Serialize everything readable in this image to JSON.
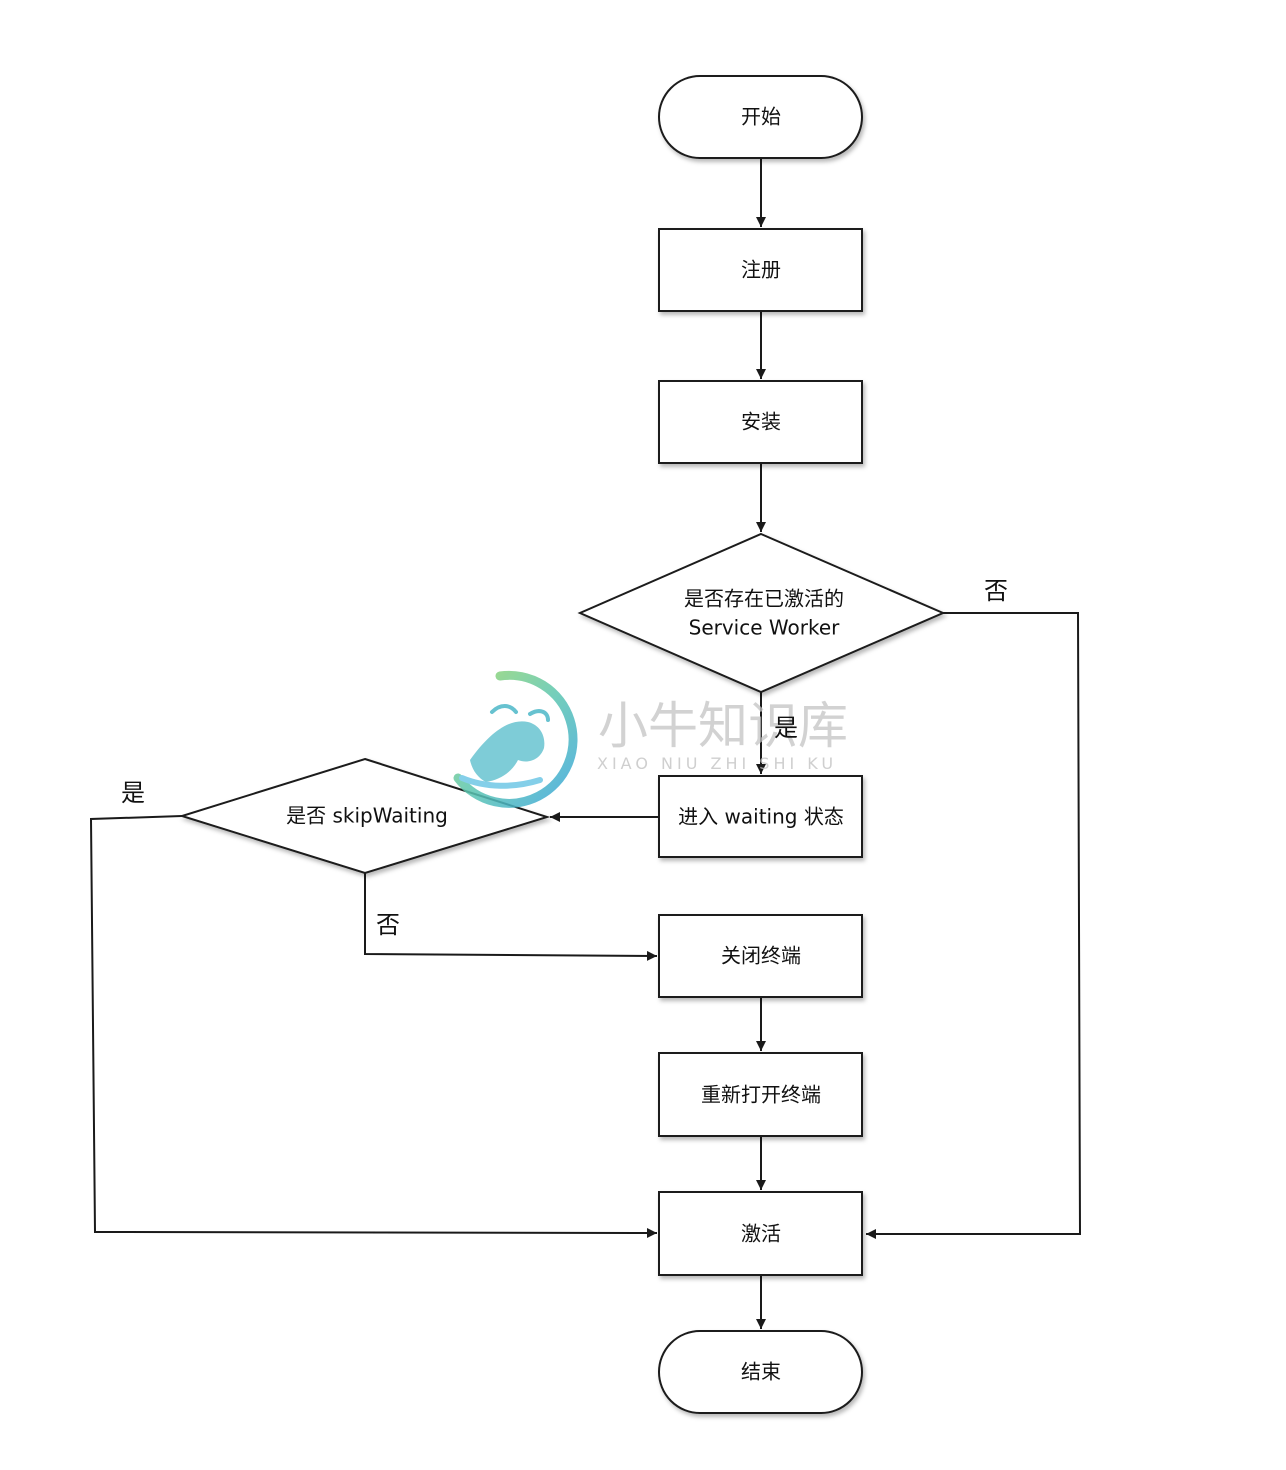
{
  "diagram": {
    "nodes": {
      "start": "开始",
      "register": "注册",
      "install": "安装",
      "decision_sw": [
        "是否存在已激活的",
        "Service Worker"
      ],
      "waiting": "进入 waiting 状态",
      "decision_skip": "是否 skipWaiting",
      "close": "关闭终端",
      "reopen": "重新打开终端",
      "activate": "激活",
      "end": "结束"
    },
    "edge_labels": {
      "sw_no": "否",
      "sw_yes": "是",
      "skip_yes": "是",
      "skip_no": "否"
    }
  },
  "watermark": {
    "text_cn": "小牛知识库",
    "text_en": "XIAO NIU ZHI SHI KU"
  }
}
